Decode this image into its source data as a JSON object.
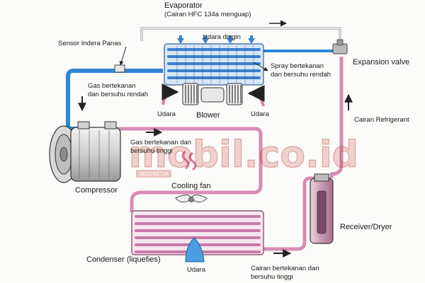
{
  "labels": {
    "evaporator_title": "Evaporator",
    "evaporator_sub": "(Cairan HFC 134a menguap)",
    "udara_dingin": "Udara dingin",
    "sensor": "Sensor Indera Panas",
    "expansion_valve": "Expansion valve",
    "spray_line1": "Spray bertekanan",
    "spray_line2": "dan bersuhu rendah",
    "gas_low_line1": "Gas bertekanan",
    "gas_low_line2": "dan bersuhu rendah",
    "udara_left": "Udara",
    "blower": "Blower",
    "udara_right": "Udara",
    "cairan_refrigerant": "Cairan Refrigerant",
    "gas_high_line1": "Gas bertekanan dan",
    "gas_high_line2": "bersuhu tinggi",
    "compressor": "Compressor",
    "cooling_fan": "Cooling fan",
    "receiver": "Receiver/Dryer",
    "condenser": "Condenser (liquefies)",
    "udara_bottom": "Udara",
    "cairan_line1": "Cairan bertekanan dan",
    "cairan_line2": "bersuhu tinggi"
  },
  "watermark": {
    "main": "mobil.co.id",
    "badge": "INDONESIA"
  },
  "colors": {
    "low_pressure_line": "#2f86d6",
    "high_pressure_line": "#d98bb4",
    "evaporator_coil": "#3a7fd0",
    "condenser_coil": "#c77aa8",
    "watermark": "#c0392b",
    "outline": "#333333"
  },
  "icons": [
    "arrow-icon",
    "blower-fan-icon",
    "cooling-fan-icon",
    "heat-wave-icon"
  ]
}
